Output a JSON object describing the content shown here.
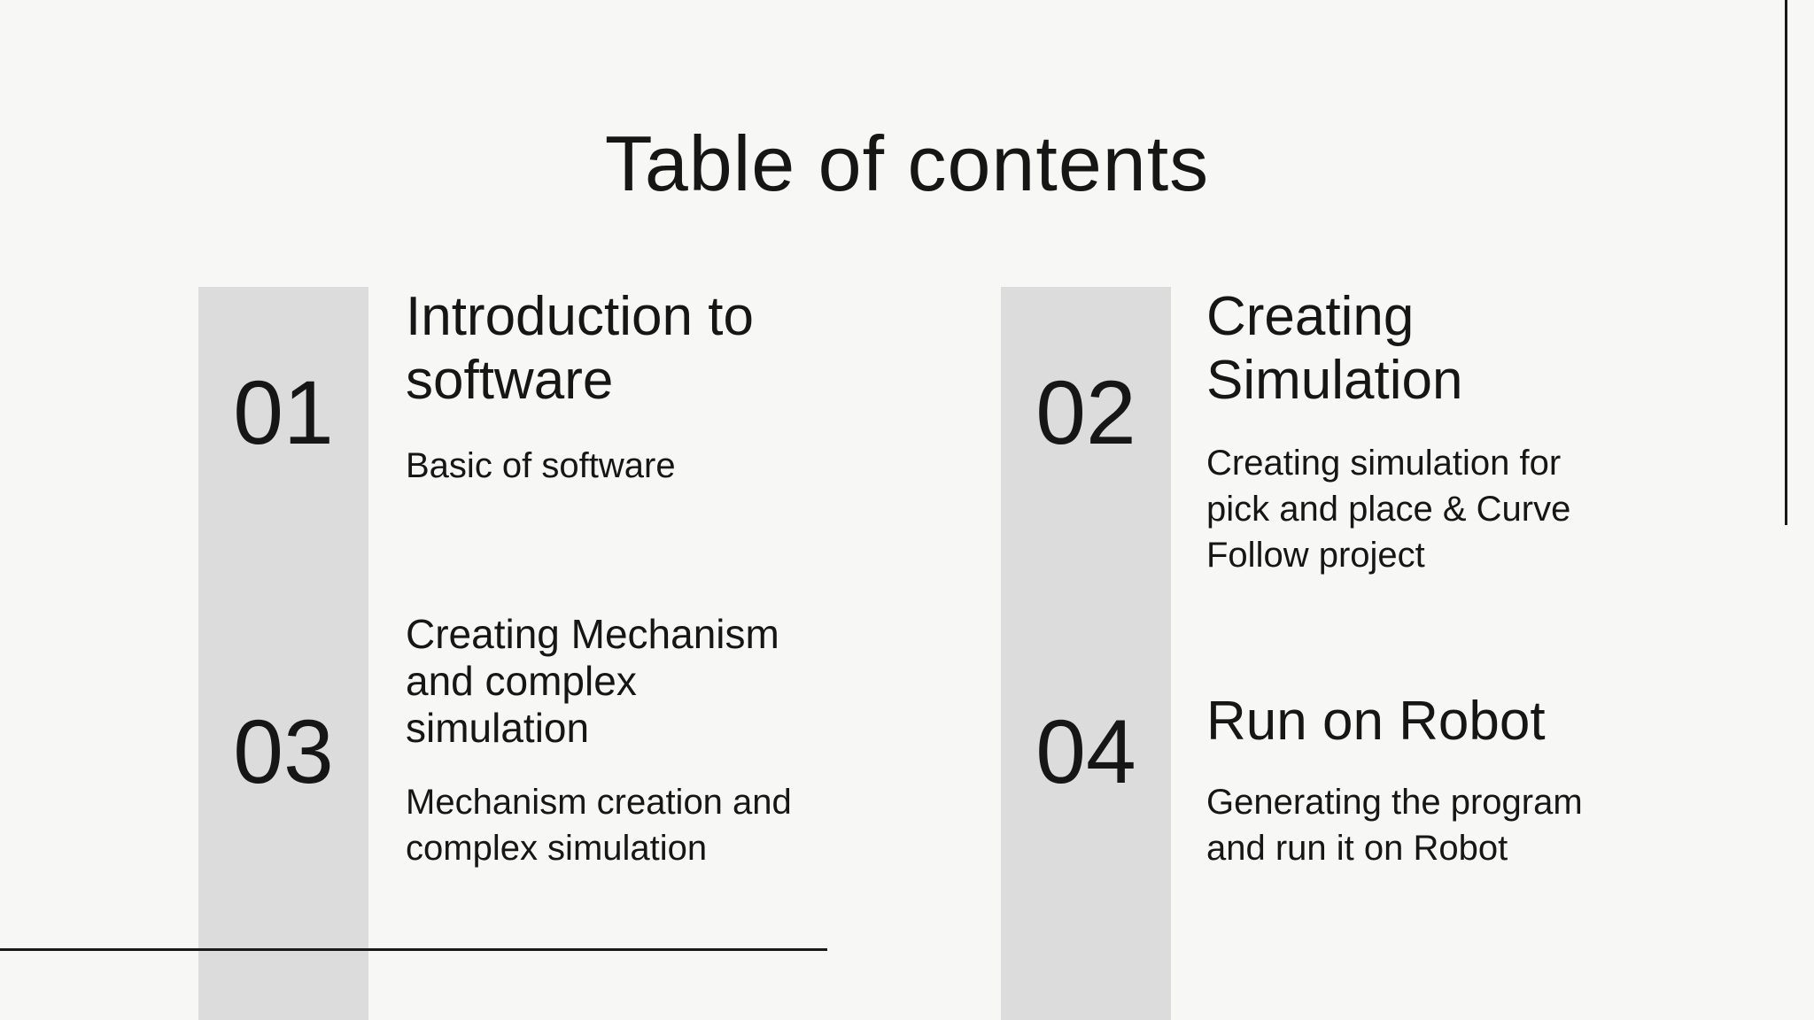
{
  "slide": {
    "title": "Table of contents",
    "items": [
      {
        "number": "01",
        "heading": "Introduction to\nsoftware",
        "description": "Basic of software"
      },
      {
        "number": "02",
        "heading": "Creating\nSimulation",
        "description": "Creating simulation for\npick and place & Curve\nFollow project"
      },
      {
        "number": "03",
        "heading": "Creating Mechanism\nand complex\nsimulation",
        "description": "Mechanism creation and\ncomplex simulation"
      },
      {
        "number": "04",
        "heading": "Run on Robot",
        "description": "Generating the program\nand run it on Robot"
      }
    ],
    "colors": {
      "background": "#f7f7f5",
      "bar": "#dcdcdc",
      "text": "#161616",
      "line": "#1a1a1a"
    }
  }
}
